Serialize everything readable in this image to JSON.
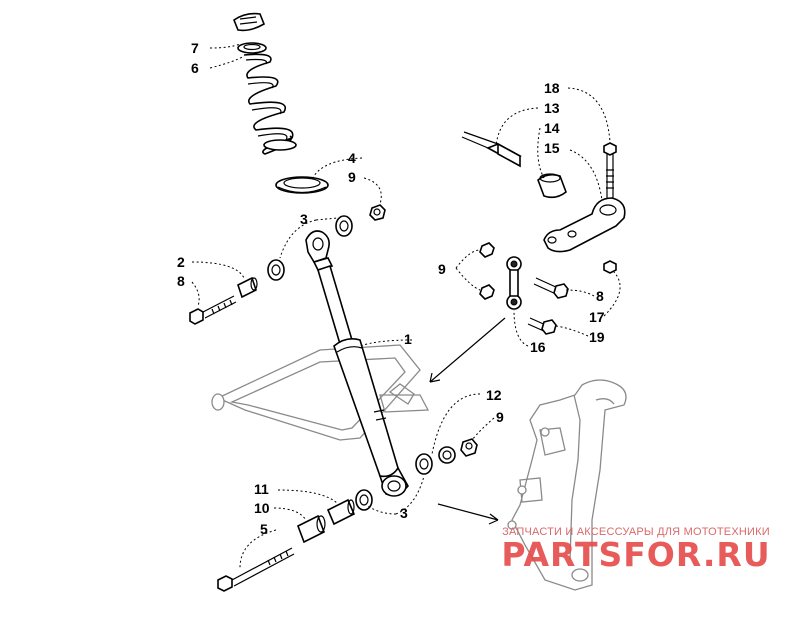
{
  "callouts": {
    "c1": "1",
    "c2": "2",
    "c3a": "3",
    "c3b": "3",
    "c4": "4",
    "c5": "5",
    "c6": "6",
    "c7": "7",
    "c8a": "8",
    "c8b": "8",
    "c9a": "9",
    "c9b": "9",
    "c9c": "9",
    "c10": "10",
    "c11": "11",
    "c12": "12",
    "c13": "13",
    "c14": "14",
    "c15": "15",
    "c16": "16",
    "c17": "17",
    "c18": "18",
    "c19": "19"
  },
  "watermark": {
    "tagline": "ЗАПЧАСТИ И АКСЕССУАРЫ ДЛЯ МОТОТЕХНИКИ",
    "brand": "PARTSFOR.RU",
    "color": "#e64a4a"
  }
}
